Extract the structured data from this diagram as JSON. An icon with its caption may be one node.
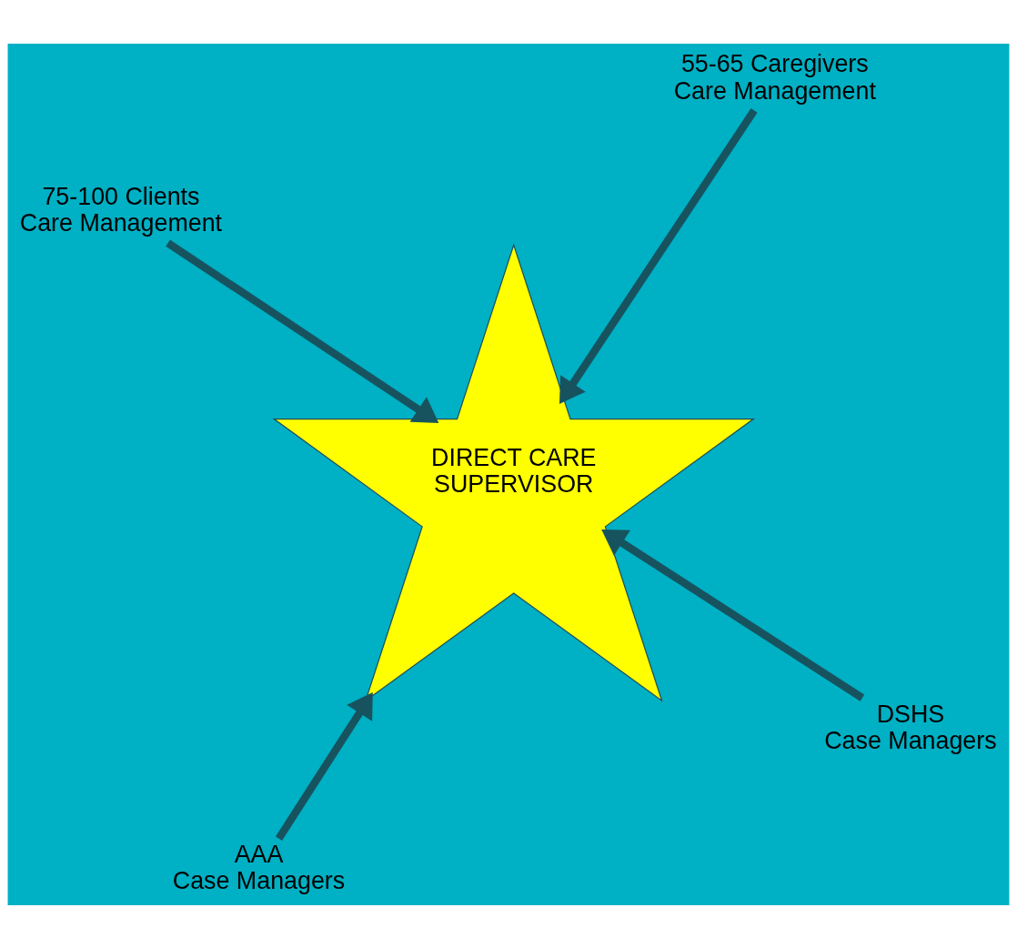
{
  "diagram": {
    "nodes": [
      {
        "text": [
          "DIRECT CARE SUPERVISOR"
        ]
      },
      {
        "text": [
          "DSHS Case Managers"
        ]
      },
      {
        "text": [
          "AAA Case Managers"
        ]
      },
      {
        "text": [
          "75-100 Clients Care Management"
        ]
      },
      {
        "text": [
          "55-65 Caregivers Care Management"
        ]
      }
    ],
    "edges": [
      {
        "from": 1,
        "to": 0,
        "arrow": "to"
      },
      {
        "from": 2,
        "to": 0,
        "arrow": "to"
      },
      {
        "from": 3,
        "to": 0,
        "arrow": "to"
      },
      {
        "from": 4,
        "to": 0,
        "arrow": "to"
      }
    ]
  }
}
